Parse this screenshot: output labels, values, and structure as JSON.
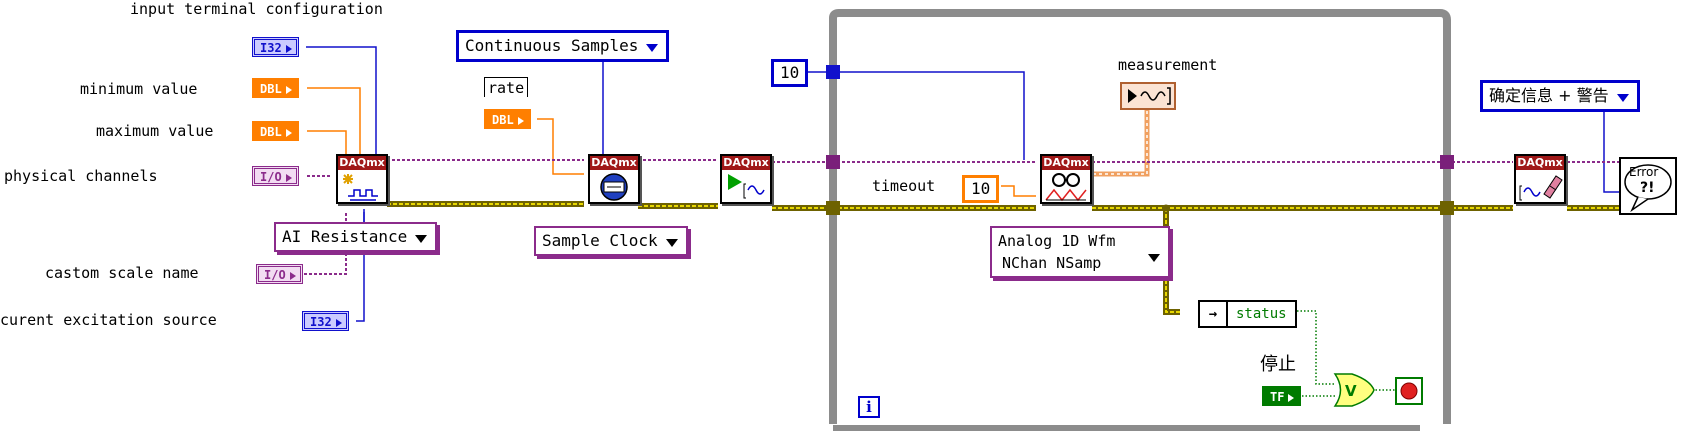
{
  "labels": {
    "input_terminal_configuration": "input terminal configuration",
    "minimum_value": "minimum value",
    "maximum_value": "maximum value",
    "physical_channels": "physical channels",
    "castom_scale_name": "castom scale name",
    "curent_excitation_source": "curent excitation source",
    "rate": "rate",
    "measurement": "measurement",
    "timeout": "timeout",
    "stop": "停止"
  },
  "terminals": {
    "i32": "I32",
    "dbl": "DBL",
    "io": "I/O",
    "tf": "TF"
  },
  "constants": {
    "sample_mode": "Continuous Samples",
    "channel_type": "AI Resistance",
    "timing_type": "Sample Clock",
    "loop_count": "10",
    "timeout_value": "10",
    "read_format_line1": "Analog 1D Wfm",
    "read_format_line2": "NChan NSamp",
    "error_dialog": "确定信息 + 警告",
    "status": "status"
  },
  "vi": {
    "header": "DAQmx",
    "error_handler_text": "Error ?!"
  },
  "loop": {
    "iteration": "i"
  },
  "colors": {
    "i32": "#1111cc",
    "dbl": "#ff7f00",
    "io": "#8b2b8b",
    "error_cluster": "#c8b400",
    "boolean": "#007b00",
    "daqmx_header": "#a01818",
    "while_loop": "#8c8c8c"
  }
}
